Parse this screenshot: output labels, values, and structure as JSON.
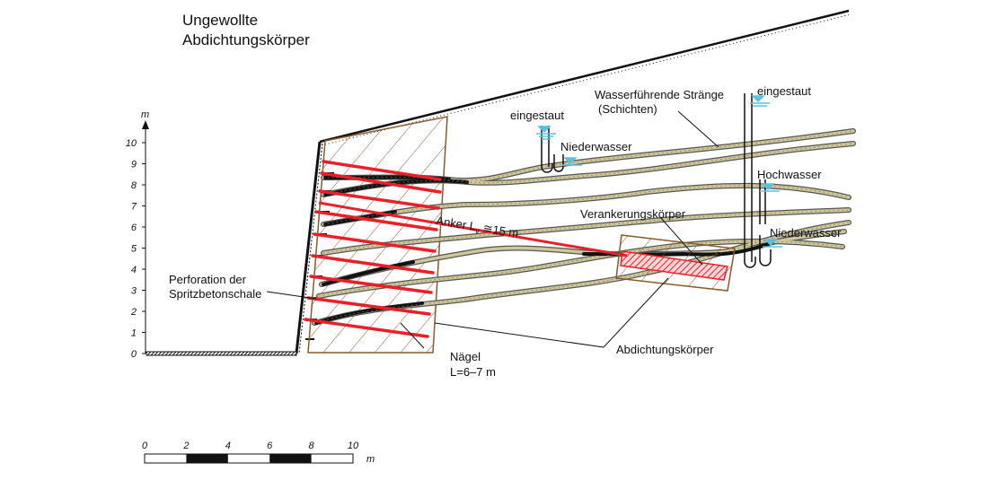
{
  "title": {
    "line1": "Ungewollte",
    "line2": "Abdichtungskörper"
  },
  "axis": {
    "unit": "m",
    "ticks": [
      "0",
      "1",
      "2",
      "3",
      "4",
      "5",
      "6",
      "7",
      "8",
      "9",
      "10"
    ]
  },
  "labels": {
    "eingestaut_left": "eingestaut",
    "eingestaut_right": "eingestaut",
    "niederwasser_left": "Niederwasser",
    "niederwasser_right": "Niederwasser",
    "hochwasser": "Hochwasser",
    "strange_line1": "Wasserführende Stränge",
    "strange_line2": "(Schichten)",
    "anker": "Anker L",
    "anker_sub": "v",
    "anker_len": " ≅15 m",
    "verankerung": "Verankerungskörper",
    "perforation_line1": "Perforation der",
    "perforation_line2": "Spritzbetonschale",
    "naegel_line1": "Nägel",
    "naegel_line2": "L=6–7 m",
    "abdichtung": "Abdichtungskörper"
  },
  "scale_bar": {
    "ticks": [
      "0",
      "2",
      "4",
      "6",
      "8",
      "10"
    ],
    "unit": "m"
  },
  "colors": {
    "hatch": "#8b5a2b",
    "anchor": "#e8202a",
    "water": "#5bc0de",
    "strand_fill": "#cfc79a",
    "ground": "#222222"
  }
}
